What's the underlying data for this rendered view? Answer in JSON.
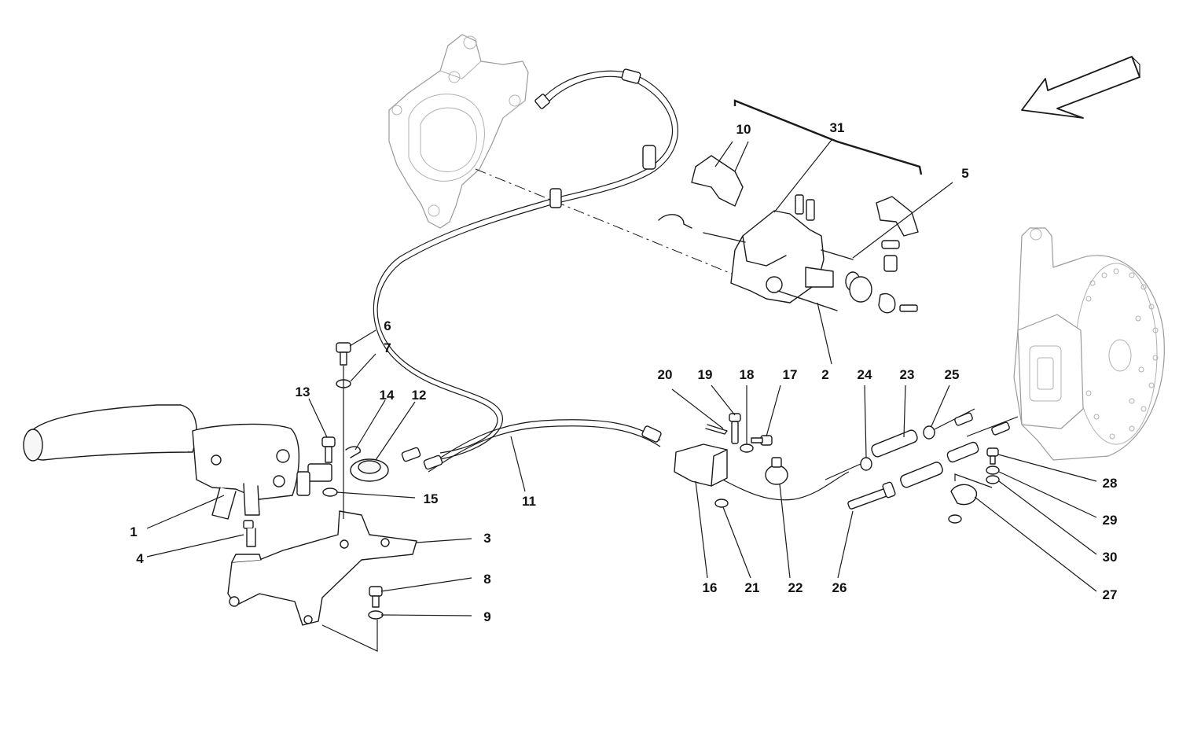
{
  "callouts": {
    "c1": "1",
    "c2": "2",
    "c3": "3",
    "c4": "4",
    "c5": "5",
    "c6": "6",
    "c7": "7",
    "c8": "8",
    "c9": "9",
    "c10": "10",
    "c11": "11",
    "c12": "12",
    "c13": "13",
    "c14": "14",
    "c15": "15",
    "c16": "16",
    "c17": "17",
    "c18": "18",
    "c19": "19",
    "c20": "20",
    "c21": "21",
    "c22": "22",
    "c23": "23",
    "c24": "24",
    "c25": "25",
    "c26": "26",
    "c27": "27",
    "c28": "28",
    "c29": "29",
    "c30": "30",
    "c31": "31"
  },
  "direction_icon": "front-direction-arrow-icon"
}
